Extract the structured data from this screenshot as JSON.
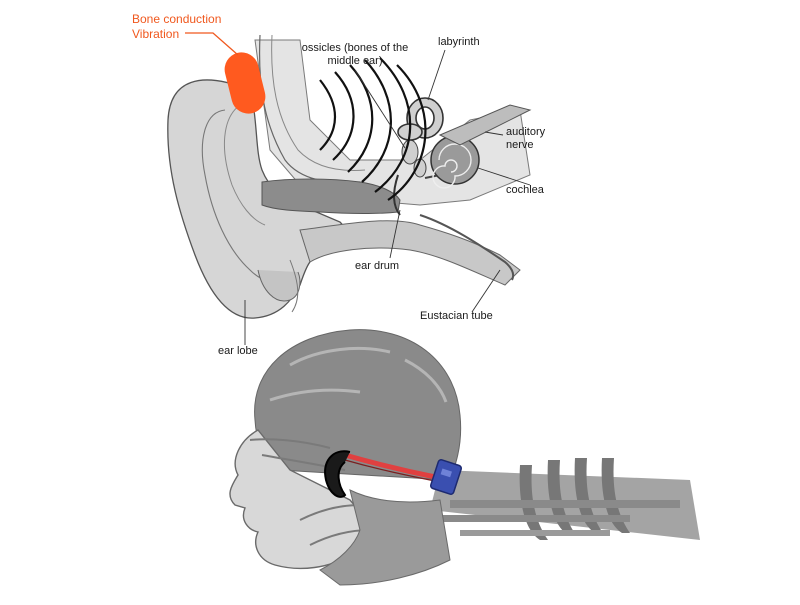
{
  "labels": {
    "bone_conduction_line1": "Bone conduction",
    "bone_conduction_line2": "Vibration",
    "ossicles_line1": "ossicles (bones of the",
    "ossicles_line2": "middle ear)",
    "labyrinth": "labyrinth",
    "auditory_line1": "auditory",
    "auditory_line2": "nerve",
    "cochlea": "cochlea",
    "ear_drum": "ear drum",
    "eustacian_tube": "Eustacian tube",
    "ear_lobe": "ear lobe"
  },
  "colors": {
    "bone_conduction": "#f0581e",
    "transducer": "#ff5a1f",
    "headset_band": "#e04040",
    "headset_pod": "#3a4fb0",
    "head_gray": "#8a8a8a",
    "ear_gray": "#b9b9b9",
    "ear_dark": "#8c8c8c"
  }
}
